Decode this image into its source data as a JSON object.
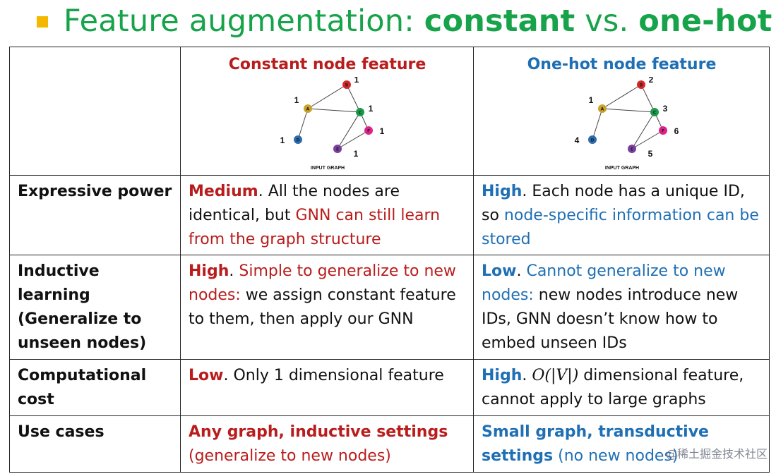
{
  "title": {
    "prefix": "Feature augmentation: ",
    "bold1": "constant",
    "middle": " vs. ",
    "bold2": "one-hot"
  },
  "headers": {
    "constant": "Constant node feature",
    "onehot": "One-hot node feature"
  },
  "graph": {
    "caption": "INPUT GRAPH",
    "node_letters": [
      "A",
      "B",
      "C",
      "D",
      "E",
      "F"
    ],
    "node_colors": {
      "A": "#c9a227",
      "B": "#d62728",
      "C": "#1a9a4a",
      "D": "#2b6cb0",
      "E": "#7b3fa0",
      "F": "#e0218a"
    },
    "constant_labels": [
      "1",
      "1",
      "1",
      "1",
      "1",
      "1"
    ],
    "onehot_labels": [
      "1",
      "2",
      "3",
      "4",
      "5",
      "6"
    ]
  },
  "rows": [
    {
      "label": "Expressive power",
      "constant": [
        {
          "t": "Medium",
          "s": "red-bold"
        },
        {
          "t": ". All the nodes are identical, but ",
          "s": "normal"
        },
        {
          "t": "GNN can still learn from the graph structure",
          "s": "red"
        }
      ],
      "onehot": [
        {
          "t": "High",
          "s": "blue-bold"
        },
        {
          "t": ". Each node has a unique ID, so ",
          "s": "normal"
        },
        {
          "t": "node-specific information can be stored",
          "s": "blue"
        }
      ]
    },
    {
      "label": "Inductive learning (Generalize to unseen nodes)",
      "constant": [
        {
          "t": "High",
          "s": "red-bold"
        },
        {
          "t": ". ",
          "s": "normal"
        },
        {
          "t": "Simple to generalize to new nodes:",
          "s": "red"
        },
        {
          "t": " we assign constant feature to them, then apply our GNN",
          "s": "normal"
        }
      ],
      "onehot": [
        {
          "t": "Low",
          "s": "blue-bold"
        },
        {
          "t": ". ",
          "s": "normal"
        },
        {
          "t": "Cannot generalize to new nodes:",
          "s": "blue"
        },
        {
          "t": " new nodes introduce new IDs, GNN doesn’t know how to embed unseen IDs",
          "s": "normal"
        }
      ]
    },
    {
      "label": "Computational cost",
      "constant": [
        {
          "t": "Low",
          "s": "red-bold"
        },
        {
          "t": ". Only 1 dimensional feature",
          "s": "normal"
        }
      ],
      "onehot": [
        {
          "t": "High",
          "s": "blue-bold"
        },
        {
          "t": ". ",
          "s": "normal"
        },
        {
          "t": "O(|V|)",
          "s": "math"
        },
        {
          "t": " dimensional feature, cannot apply to large graphs",
          "s": "normal"
        }
      ]
    },
    {
      "label": "Use cases",
      "constant": [
        {
          "t": "Any graph, inductive settings",
          "s": "red-bold"
        },
        {
          "t": " ",
          "s": "normal"
        },
        {
          "t": "(generalize to new nodes)",
          "s": "red"
        }
      ],
      "onehot": [
        {
          "t": "Small graph, transductive settings",
          "s": "blue-bold"
        },
        {
          "t": " ",
          "s": "normal"
        },
        {
          "t": "(no new nodes)",
          "s": "blue"
        }
      ]
    }
  ],
  "watermark": "@稀土掘金技术社区",
  "colors": {
    "green": "#16a34a",
    "red": "#b91c1c",
    "blue": "#1f6fb5",
    "bullet": "#f5b800"
  }
}
